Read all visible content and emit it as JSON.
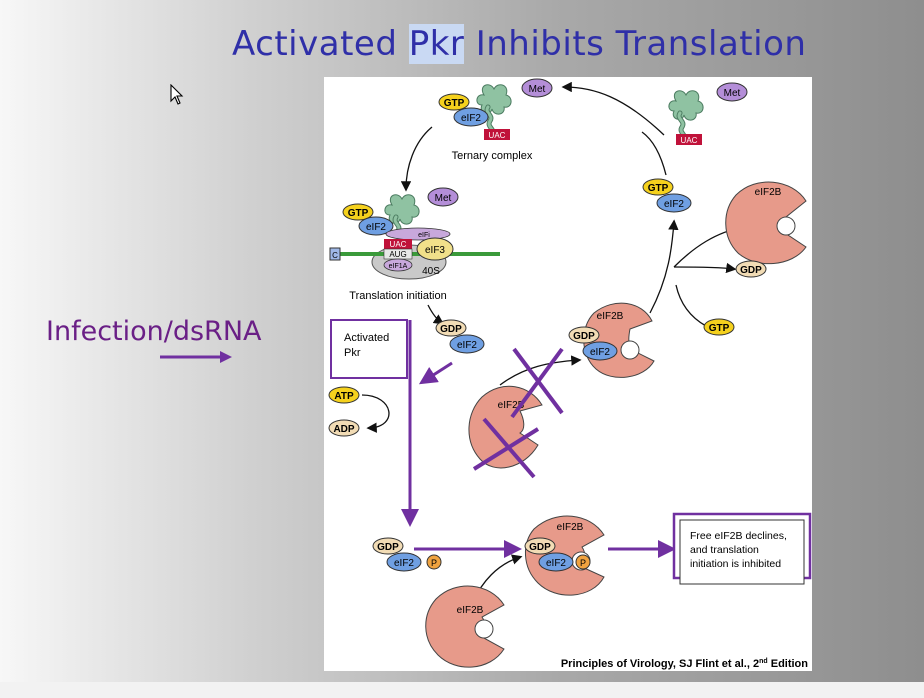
{
  "slide": {
    "title_pre": "Activated ",
    "title_highlight": "Pkr",
    "title_post": " Inhibits Translation",
    "side_label": "Infection/dsRNA",
    "citation": "Principles of Virology, SJ Flint et al.,  2",
    "citation_sup": "nd",
    "citation_post": " Edition"
  },
  "figure": {
    "met": "Met",
    "gtp": "GTP",
    "gdp": "GDP",
    "atp": "ATP",
    "adp": "ADP",
    "eif2": "eIF2",
    "eif2b": "eIF2B",
    "eif3": "eIF3",
    "eifi": "eIFi",
    "eif1a": "eIF1A",
    "uac": "UAC",
    "aug": "AUG",
    "subunit_40s": "40S",
    "cap": "C",
    "phospho": "P",
    "ternary_complex": "Ternary complex",
    "translation_initiation": "Translation initiation",
    "activated_pkr_line1": "Activated",
    "activated_pkr_line2": "Pkr",
    "outcome_line1": "Free eIF2B declines,",
    "outcome_line2": "and translation",
    "outcome_line3": "initiation is inhibited"
  },
  "colors": {
    "title": "#2f2fa8",
    "purple": "#7030a0",
    "gtp_yellow": "#f5d11d",
    "gdp_tan": "#f2dcb5",
    "eif2_blue": "#6f9fe2",
    "eif2b_salmon": "#e79a8a",
    "met_purple": "#b48ed8",
    "trna_green": "#8fc2a2",
    "uac_red": "#c0123a",
    "mrna_green": "#3a9a3a"
  }
}
